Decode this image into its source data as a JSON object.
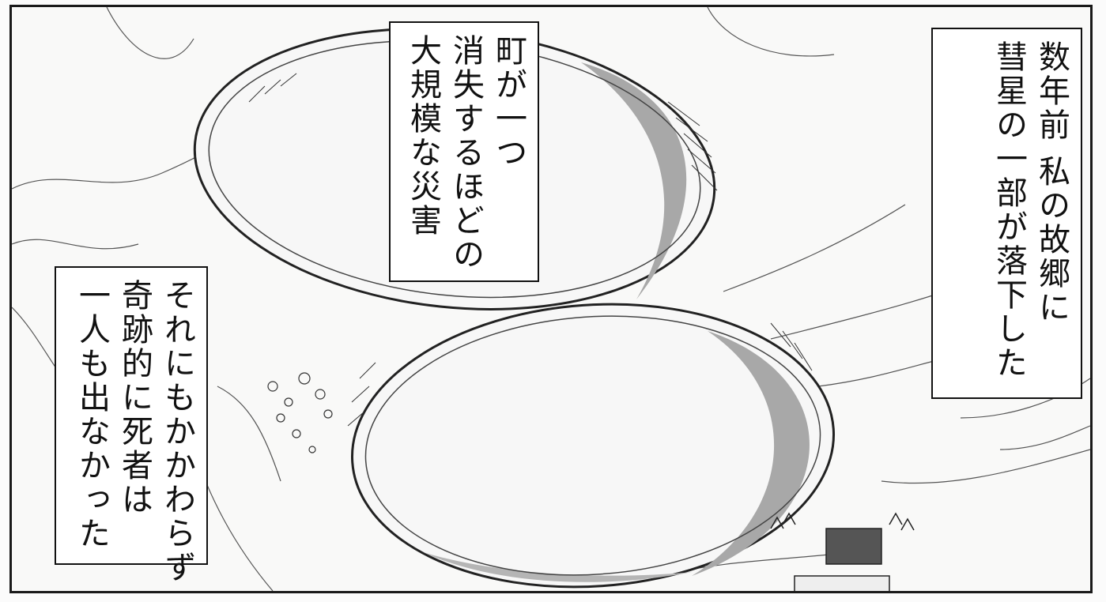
{
  "captions": {
    "top_center": {
      "lines": [
        "町が一つ",
        "消失するほどの",
        "大規模な災害"
      ]
    },
    "right": {
      "lines": [
        "数年前 私の故郷に",
        "彗星の一部が落下した"
      ]
    },
    "left": {
      "lines": [
        "それにもかかわらず",
        "奇跡的に死者は",
        "一人も出なかった"
      ]
    }
  },
  "colors": {
    "ink": "#111111",
    "panel_border": "#1a1a1a",
    "crater_shadow": "#a8a8a8",
    "paper": "#f9f9f8"
  }
}
